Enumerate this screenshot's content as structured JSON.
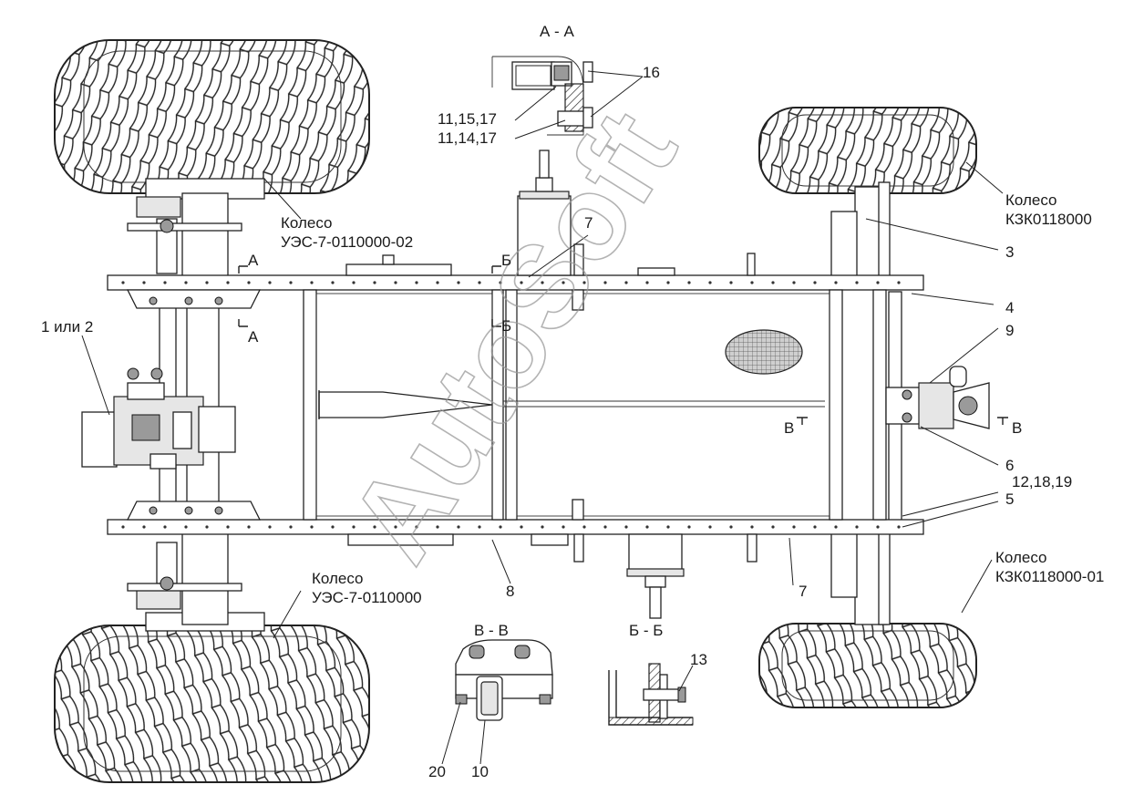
{
  "watermark": "AutoSoft",
  "labels": {
    "wheel_ul": [
      "Колесо",
      "УЭС-7-0110000-02"
    ],
    "wheel_ll": [
      "Колесо",
      "УЭС-7-0110000"
    ],
    "wheel_ur": [
      "Колесо",
      "КЗК0118000"
    ],
    "wheel_lr": [
      "Колесо",
      "КЗК0118000-01"
    ],
    "section_aa": "А - А",
    "section_vv": "В - В",
    "section_bb": "Б - Б",
    "cut_a_top": "А",
    "cut_a_bottom": "А",
    "cut_b_top": "Б",
    "cut_b_bottom": "Б",
    "cut_v_left": "В",
    "cut_v_right": "В",
    "p1_2": "1 или 2",
    "p3": "3",
    "p4": "4",
    "p5": "5",
    "p6": "6",
    "p7_top": "7",
    "p7_bottom": "7",
    "p8": "8",
    "p9": "9",
    "p10": "10",
    "p13": "13",
    "p16": "16",
    "p20": "20",
    "p11_15_17": "11,15,17",
    "p11_14_17": "11,14,17",
    "p12_18_19": "12,18,19"
  }
}
